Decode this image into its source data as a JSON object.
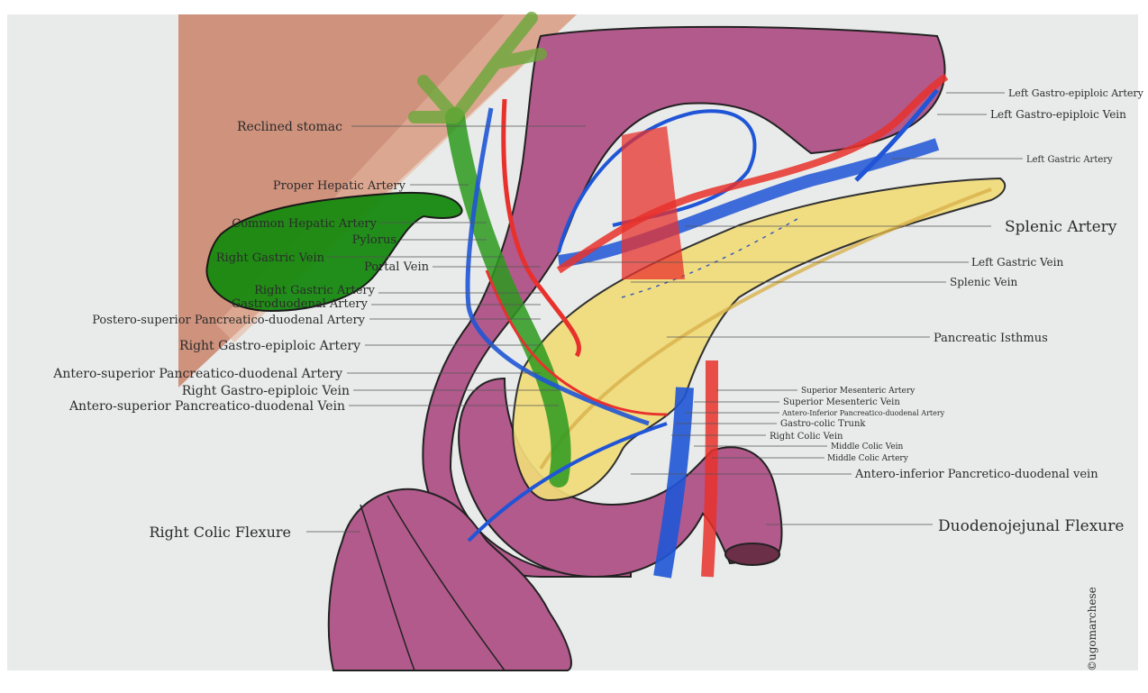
{
  "labels_left": {
    "reclined_stomac": "Reclined stomac",
    "proper_hepatic_artery": "Proper Hepatic Artery",
    "common_hepatic_artery": "Common Hepatic Artery",
    "pylorus": "Pylorus",
    "right_gastric_vein": "Right Gastric Vein",
    "portal_vein": "Portal Vein",
    "right_gastric_artery": "Right Gastric Artery",
    "gastroduodenal_artery": "Gastroduodenal Artery",
    "postero_superior_pd_artery": "Postero-superior Pancreatico-duodenal Artery",
    "right_gastro_epiploic_artery": "Right Gastro-epiploic Artery",
    "antero_superior_pd_artery": "Antero-superior Pancreatico-duodenal Artery",
    "right_gastro_epiploic_vein": "Right Gastro-epiploic Vein",
    "antero_superior_pd_vein": "Antero-superior Pancreatico-duodenal Vein",
    "right_colic_flexure": "Right Colic Flexure"
  },
  "labels_right": {
    "left_gastro_epiploic_artery": "Left Gastro-epiploic Artery",
    "left_gastro_epiploic_vein": "Left Gastro-epiploic Vein",
    "left_gastric_artery": "Left Gastric Artery",
    "splenic_artery": "Splenic Artery",
    "left_gastric_vein": "Left Gastric Vein",
    "splenic_vein": "Splenic Vein",
    "pancreatic_isthmus": "Pancreatic Isthmus",
    "superior_mesenteric_artery": "Superior Mesenteric Artery",
    "superior_mesenteric_vein": "Superior Mesenteric Vein",
    "antero_inferior_pd_artery": "Antero-Inferior Pancreatico-duodenal Artery",
    "gastro_colic_trunk": "Gastro-colic Trunk",
    "right_colic_vein": "Right Colic Vein",
    "middle_colic_vein": "Middle Colic Vein",
    "middle_colic_artery": "Middle Colic Artery",
    "antero_inferior_pd_vein": "Antero-inferior Pancretico-duodenal vein",
    "duodenojejunal_flexure": "Duodenojejunal Flexure"
  },
  "credit": "©ugomarchese",
  "colors": {
    "artery": "#e8312c",
    "vein": "#1f55d6",
    "organ": "#b25a8c",
    "pancreas": "#f1dc7a",
    "biliary": "#2c9a1f",
    "liver": "#c9826a"
  }
}
